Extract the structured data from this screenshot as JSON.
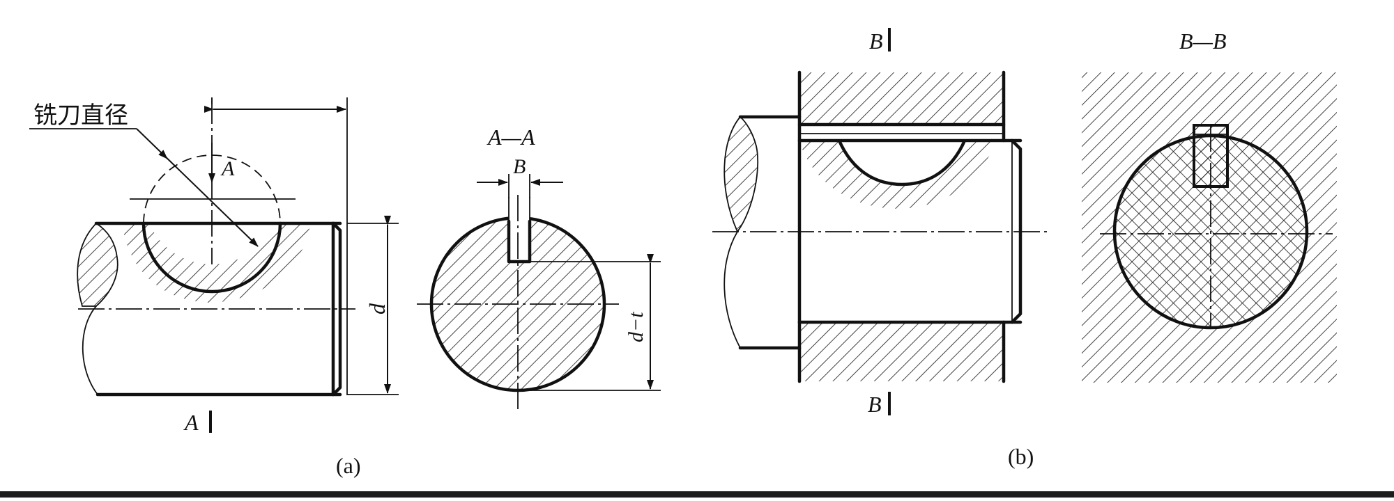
{
  "figure_a": {
    "cutter_label": "铣刀直径",
    "view_mark_top": "A",
    "view_mark_bottom": "A",
    "section_title": "A—A",
    "width_label": "B",
    "diameter_label": "d",
    "depth_label": "d−t",
    "caption": "(a)"
  },
  "figure_b": {
    "view_mark_top": "B",
    "view_mark_bottom": "B",
    "section_title": "B—B",
    "caption": "(b)"
  }
}
